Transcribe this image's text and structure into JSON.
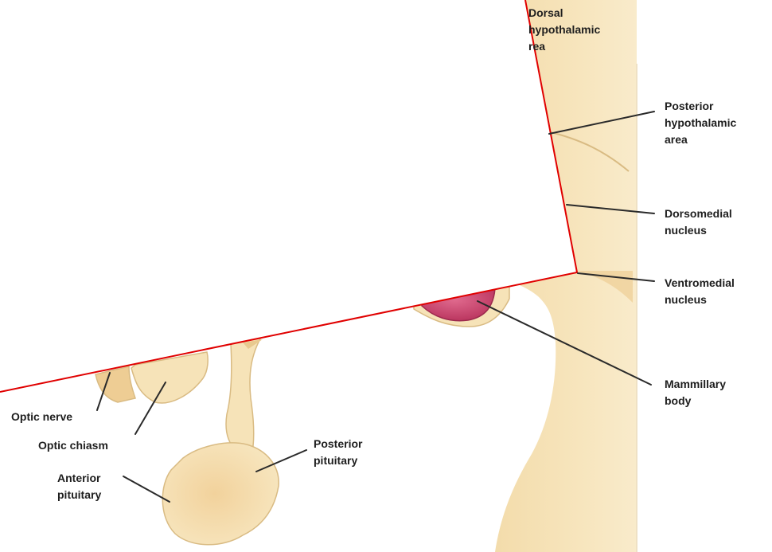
{
  "colors": {
    "tissue": "#f6e3b8",
    "tissue_edge": "#d9bb83",
    "tissue_shadow": "#eecd94",
    "mammillary": "#c9466e",
    "overlay_border": "#e00000",
    "label_text": "#1e1e1e"
  },
  "labels": {
    "dorsal_hypothalamic_area": [
      "Dorsal",
      "hypothalamic",
      "rea"
    ],
    "posterior_hypothalamic_area": [
      "Posterior",
      "hypothalamic",
      "area"
    ],
    "dorsomedial_nucleus": [
      "Dorsomedial",
      "nucleus"
    ],
    "ventromedial_nucleus": [
      "Ventromedial",
      "nucleus"
    ],
    "mammillary_body": [
      "Mammillary",
      "body"
    ],
    "optic_nerve": [
      "Optic nerve"
    ],
    "optic_chiasm": [
      "Optic chiasm"
    ],
    "posterior_pituitary": [
      "Posterior",
      "pituitary"
    ],
    "anterior_pituitary": [
      "Anterior",
      "pituitary"
    ]
  }
}
